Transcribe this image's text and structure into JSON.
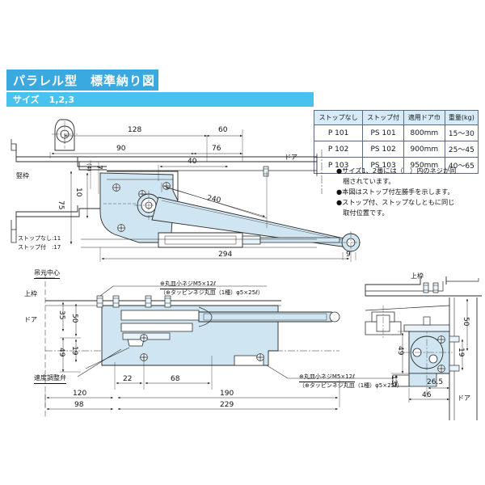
{
  "header": {
    "title": "パラレル型　標準納り図",
    "size_label": "サイズ",
    "size_value": "1,2,3"
  },
  "spec_table": {
    "columns": [
      "ストップなし",
      "ストップ付",
      "適用ドア巾",
      "重量(kg)"
    ],
    "rows": [
      [
        "P 101",
        "PS 101",
        "800mm",
        "15〜30"
      ],
      [
        "P 102",
        "PS 102",
        "900mm",
        "25〜45"
      ],
      [
        "P 103",
        "PS 103",
        "950mm",
        "40〜65"
      ]
    ]
  },
  "notes": [
    "●サイズ1、2番には（　）内のネジが同",
    "　梱されています。",
    "●本図はストップ付左勝手を示します。",
    "●ストップ付、ストップなしともに同じ",
    "　取付位置です。"
  ],
  "top_view": {
    "dims": {
      "d128": "128",
      "d60": "60",
      "d90": "90",
      "d76": "76",
      "d40": "40",
      "d4": "(4)",
      "d7": "7",
      "d75": "75",
      "d10": "10",
      "d240": "240",
      "d294": "294",
      "d9": "9"
    },
    "labels": {
      "door": "ドア",
      "jamb": "竪枠",
      "stop_none": "ストップなし:11",
      "stop_with": "ストップ付　:17"
    }
  },
  "bottom_view": {
    "labels": {
      "hinge_center": "吊元中心",
      "head_frame": "上枠",
      "door": "ドア",
      "speed_valve": "速度調整弁",
      "screw_main": "⊕丸皿小ネジM5×12ℓ",
      "screw_alt": "（⊕タッピンネジ丸皿（1種）φ5×25ℓ）"
    },
    "dims": {
      "d35": "35",
      "d50": "50",
      "d49": "49",
      "d19": "19",
      "d22": "22",
      "d68": "68",
      "d120": "120",
      "d190": "190",
      "d98": "98",
      "d229": "229"
    }
  },
  "side_view": {
    "labels": {
      "head_frame": "上枠",
      "door": "ドア"
    },
    "dims": {
      "d50": "50",
      "d49": "49",
      "d19": "19",
      "d13": "13",
      "d265": "26.5",
      "d46": "46"
    }
  },
  "colors": {
    "title_bar": "#3aa9e0",
    "size_bar": "#49c2ee",
    "part_fill": "#cfe6f2",
    "line": "#2b2b2b",
    "table_header": "#d7ebf7"
  }
}
